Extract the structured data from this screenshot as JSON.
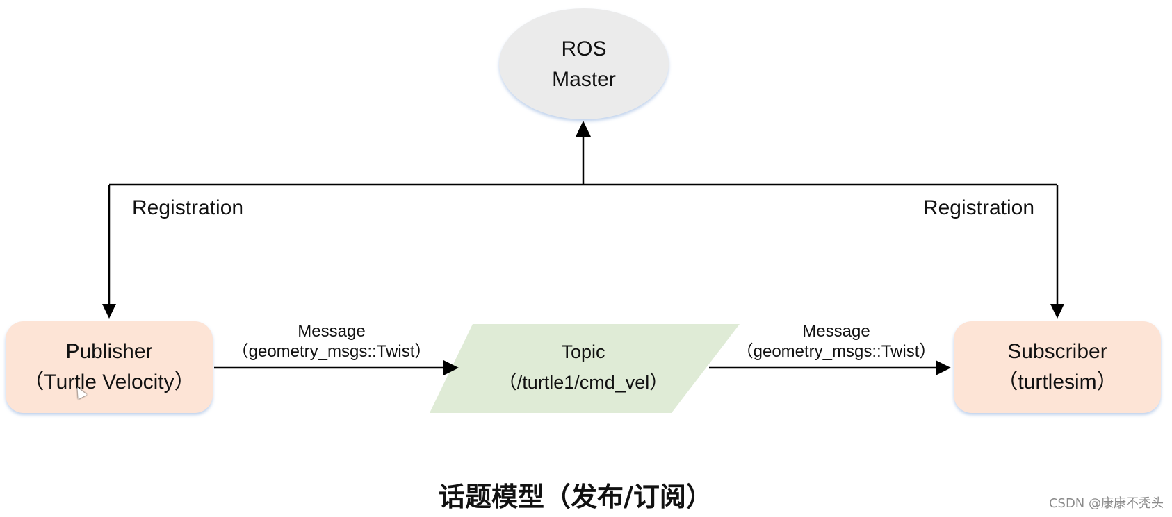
{
  "nodes": {
    "master": {
      "line1": "ROS",
      "line2": "Master"
    },
    "publisher": {
      "line1": "Publisher",
      "line2": "（Turtle Velocity）"
    },
    "topic": {
      "line1": "Topic",
      "line2": "（/turtle1/cmd_vel）"
    },
    "subscriber": {
      "line1": "Subscriber",
      "line2": "（turtlesim）"
    }
  },
  "edges": {
    "registration_left": "Registration",
    "registration_right": "Registration",
    "msg_left": {
      "line1": "Message",
      "line2": "（geometry_msgs::Twist）"
    },
    "msg_right": {
      "line1": "Message",
      "line2": "（geometry_msgs::Twist）"
    }
  },
  "caption": "话题模型（发布/订阅）",
  "watermark": "CSDN @康康不秃头",
  "colors": {
    "master_fill": "#ebebeb",
    "node_fill": "#fde4d6",
    "topic_fill": "#dfebd6",
    "line": "#000000",
    "glow": "#c5d6ef"
  }
}
